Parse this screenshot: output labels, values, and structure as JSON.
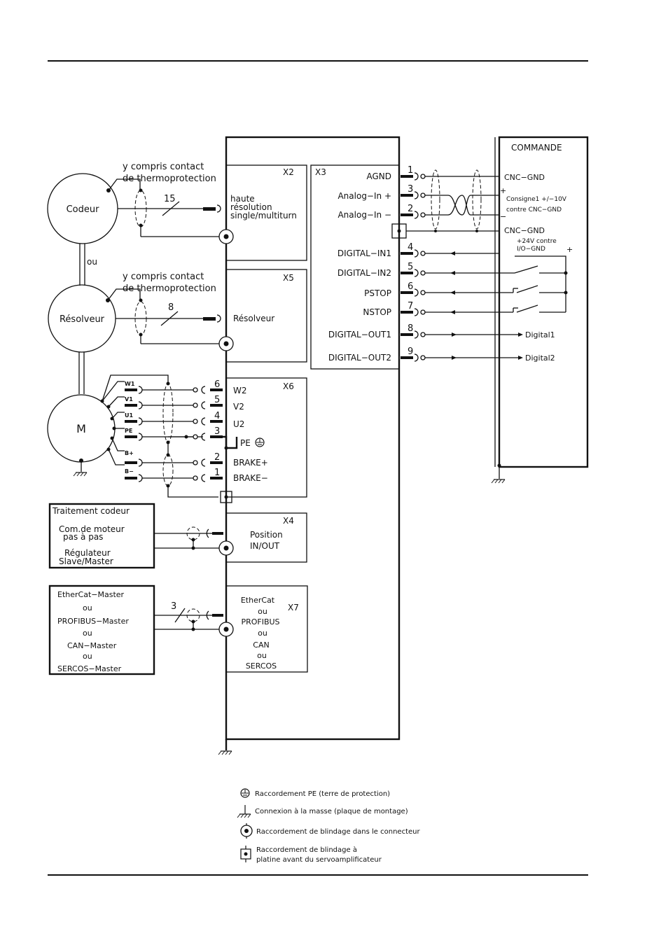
{
  "modules": {
    "codeur": "Codeur",
    "resolveur": "Résolveur",
    "moteur": "M",
    "ou": "ou",
    "thermo_line1": "y compris contact",
    "thermo_line2": "de thermoprotection",
    "wire_count_codeur": "15",
    "wire_count_resolveur": "8",
    "wire_count_bus": "3"
  },
  "motor_wires": [
    "W1",
    "V1",
    "U1",
    "PE",
    "B+",
    "B−"
  ],
  "connectors": {
    "x2": {
      "id": "X2",
      "lines": [
        "haute",
        "résolution",
        "single/multiturn"
      ]
    },
    "x5": {
      "id": "X5",
      "label": "Résolveur"
    },
    "x6": {
      "id": "X6",
      "pins": [
        {
          "num": "6",
          "label": "W2"
        },
        {
          "num": "5",
          "label": "V2"
        },
        {
          "num": "4",
          "label": "U2"
        },
        {
          "num": "3",
          "label": "PE"
        },
        {
          "num": "2",
          "label": "BRAKE+"
        },
        {
          "num": "1",
          "label": "BRAKE−"
        }
      ]
    },
    "x4": {
      "id": "X4",
      "lines": [
        "Position",
        "IN/OUT"
      ]
    },
    "x7": {
      "id": "X7",
      "lines": [
        "EtherCat",
        "ou",
        "PROFIBUS",
        "ou",
        "CAN",
        "ou",
        "SERCOS"
      ]
    },
    "x3": {
      "id": "X3",
      "pins": [
        {
          "num": "1",
          "label": "AGND"
        },
        {
          "num": "3",
          "label": "Analog−In  +"
        },
        {
          "num": "2",
          "label": "Analog−In  −"
        },
        {
          "num": "4",
          "label": "DIGITAL−IN1"
        },
        {
          "num": "5",
          "label": "DIGITAL−IN2"
        },
        {
          "num": "6",
          "label": "PSTOP"
        },
        {
          "num": "7",
          "label": "NSTOP"
        },
        {
          "num": "8",
          "label": "DIGITAL−OUT1"
        },
        {
          "num": "9",
          "label": "DIGITAL−OUT2"
        }
      ]
    }
  },
  "encoder_box": [
    "Traitement codeur",
    "Com.de moteur",
    "pas à pas",
    "Régulateur",
    "Slave/Master"
  ],
  "bus_box": [
    "EtherCat−Master",
    "ou",
    "PROFIBUS−Master",
    "ou",
    "CAN−Master",
    "ou",
    "SERCOS−Master"
  ],
  "commande": {
    "title": "COMMANDE",
    "cnc_gnd": "CNC−GND",
    "consigne1": "Consigne1 +/−10V",
    "consigne2": "contre CNC−GND",
    "cnc_gnd2": "CNC−GND",
    "v24_1": "+24V contre",
    "v24_2": "I/O−GND",
    "digital1": "Digital1",
    "digital2": "Digital2",
    "plus": "+",
    "plus_small": "+",
    "minus": "−"
  },
  "legend": [
    "Raccordement PE (terre de protection)",
    "Connexion à la masse (plaque de montage)",
    "Raccordement de blindage dans le connecteur",
    "Raccordement de blindage à",
    "platine avant du servoamplificateur"
  ]
}
